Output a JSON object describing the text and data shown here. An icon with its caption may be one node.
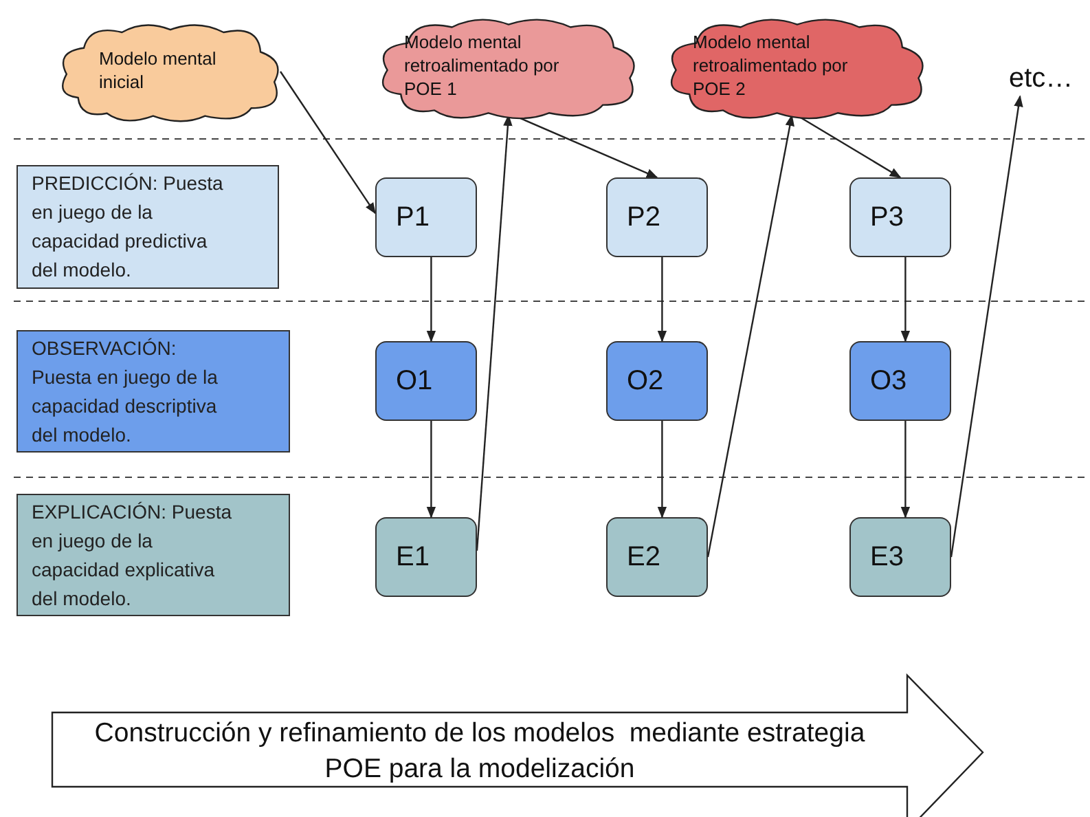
{
  "diagram": {
    "nodes": [
      {
        "text": [
          "Modelo mental inicial"
        ]
      },
      {
        "text": [
          "Modelo mental retroalimentado por POE 1"
        ]
      },
      {
        "text": [
          "Modelo mental retroalimentado por POE 2"
        ]
      },
      {
        "text": [
          "etc…"
        ]
      },
      {
        "text": [
          "PREDICCIÓN: Puesta en juego de la capacidad predictiva del modelo."
        ]
      },
      {
        "text": [
          "OBSERVACIÓN: Puesta en juego de la capacidad descriptiva del modelo."
        ]
      },
      {
        "text": [
          "EXPLICACIÓN: Puesta en juego de la capacidad explicativa del modelo."
        ]
      },
      {
        "text": [
          "P1"
        ]
      },
      {
        "text": [
          "O1"
        ]
      },
      {
        "text": [
          "E1"
        ]
      },
      {
        "text": [
          "P2"
        ]
      },
      {
        "text": [
          "O2"
        ]
      },
      {
        "text": [
          "E2"
        ]
      },
      {
        "text": [
          "P3"
        ]
      },
      {
        "text": [
          "O3"
        ]
      },
      {
        "text": [
          "E3"
        ]
      },
      {
        "text": [
          "Construcción y refinamiento de los modelos  mediante estrategia POE para la modelización"
        ]
      }
    ],
    "edges": [
      {
        "from": 0,
        "to": 7,
        "arrow": "to"
      },
      {
        "from": 7,
        "to": 8,
        "arrow": "to"
      },
      {
        "from": 8,
        "to": 9,
        "arrow": "to"
      },
      {
        "from": 9,
        "to": 1,
        "arrow": "to"
      },
      {
        "from": 1,
        "to": 10,
        "arrow": "to"
      },
      {
        "from": 10,
        "to": 11,
        "arrow": "to"
      },
      {
        "from": 11,
        "to": 12,
        "arrow": "to"
      },
      {
        "from": 12,
        "to": 2,
        "arrow": "to"
      },
      {
        "from": 2,
        "to": 13,
        "arrow": "to"
      },
      {
        "from": 13,
        "to": 14,
        "arrow": "to"
      },
      {
        "from": 14,
        "to": 15,
        "arrow": "to"
      },
      {
        "from": 15,
        "to": 3,
        "arrow": "to"
      }
    ]
  }
}
